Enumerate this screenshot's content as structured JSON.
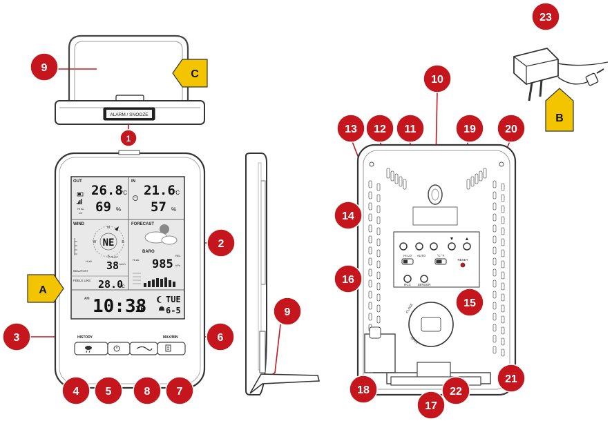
{
  "colors": {
    "callout_red": "#c4161c",
    "callout_text": "#ffffff",
    "tag_yellow": "#f2c500",
    "line_red": "#c4161c",
    "device_outline": "#333333",
    "lcd_bg": "#e9e9e9"
  },
  "labels": {
    "A": "A",
    "B": "B",
    "C": "C"
  },
  "callouts": {
    "c1": "1",
    "c2": "2",
    "c3": "3",
    "c4": "4",
    "c5": "5",
    "c6": "6",
    "c7": "7",
    "c8": "8",
    "c9a": "9",
    "c9b": "9",
    "c10": "10",
    "c11": "11",
    "c12": "12",
    "c13": "13",
    "c14": "14",
    "c15": "15",
    "c16": "16",
    "c17": "17",
    "c18": "18",
    "c19": "19",
    "c20": "20",
    "c21": "21",
    "c22": "22",
    "c23": "23"
  },
  "top_view": {
    "slot_text": "ALARM / SNOOZE"
  },
  "lcd": {
    "out_label": "OUT",
    "out_temp": "26.8",
    "out_temp_unit": "°C",
    "out_hum": "69",
    "out_hum_unit": "%",
    "in_label": "IN",
    "in_temp": "21.6",
    "in_temp_unit": "°C",
    "in_hum": "57",
    "in_hum_unit": "%",
    "hi_al": "HI AL",
    "lo": "LO",
    "wind_label": "WIND",
    "compass_n": "N",
    "compass_s": "S",
    "compass_e": "E",
    "compass_w": "W",
    "compass_dir": "NE",
    "forecast_label": "FORECAST",
    "baro_label": "BARO",
    "rel_label": "REL",
    "baro_value": "985",
    "baro_unit": "hPa",
    "gust_label": "GUST",
    "wind_speed": "38",
    "wind_unit": "km/h",
    "beaufort": "BEAUFORT",
    "feels_like": "FEELS LIKE",
    "feels_temp": "28.0",
    "feels_unit": "°C",
    "am_label": "AM",
    "time": "10:38",
    "seconds": "26",
    "weekday": "TUE",
    "date": "6-5"
  },
  "front_buttons": {
    "history": "HISTORY",
    "maxmin": "MAX/MIN"
  },
  "back_panel": {
    "auto": "AUTO",
    "hi_lo": "HI   LO",
    "c_f": "°C   °F",
    "reset": "RESET",
    "rcc": "RCC",
    "sensor": "SENSOR",
    "close": "CLOSE",
    "open": "OPEN"
  }
}
